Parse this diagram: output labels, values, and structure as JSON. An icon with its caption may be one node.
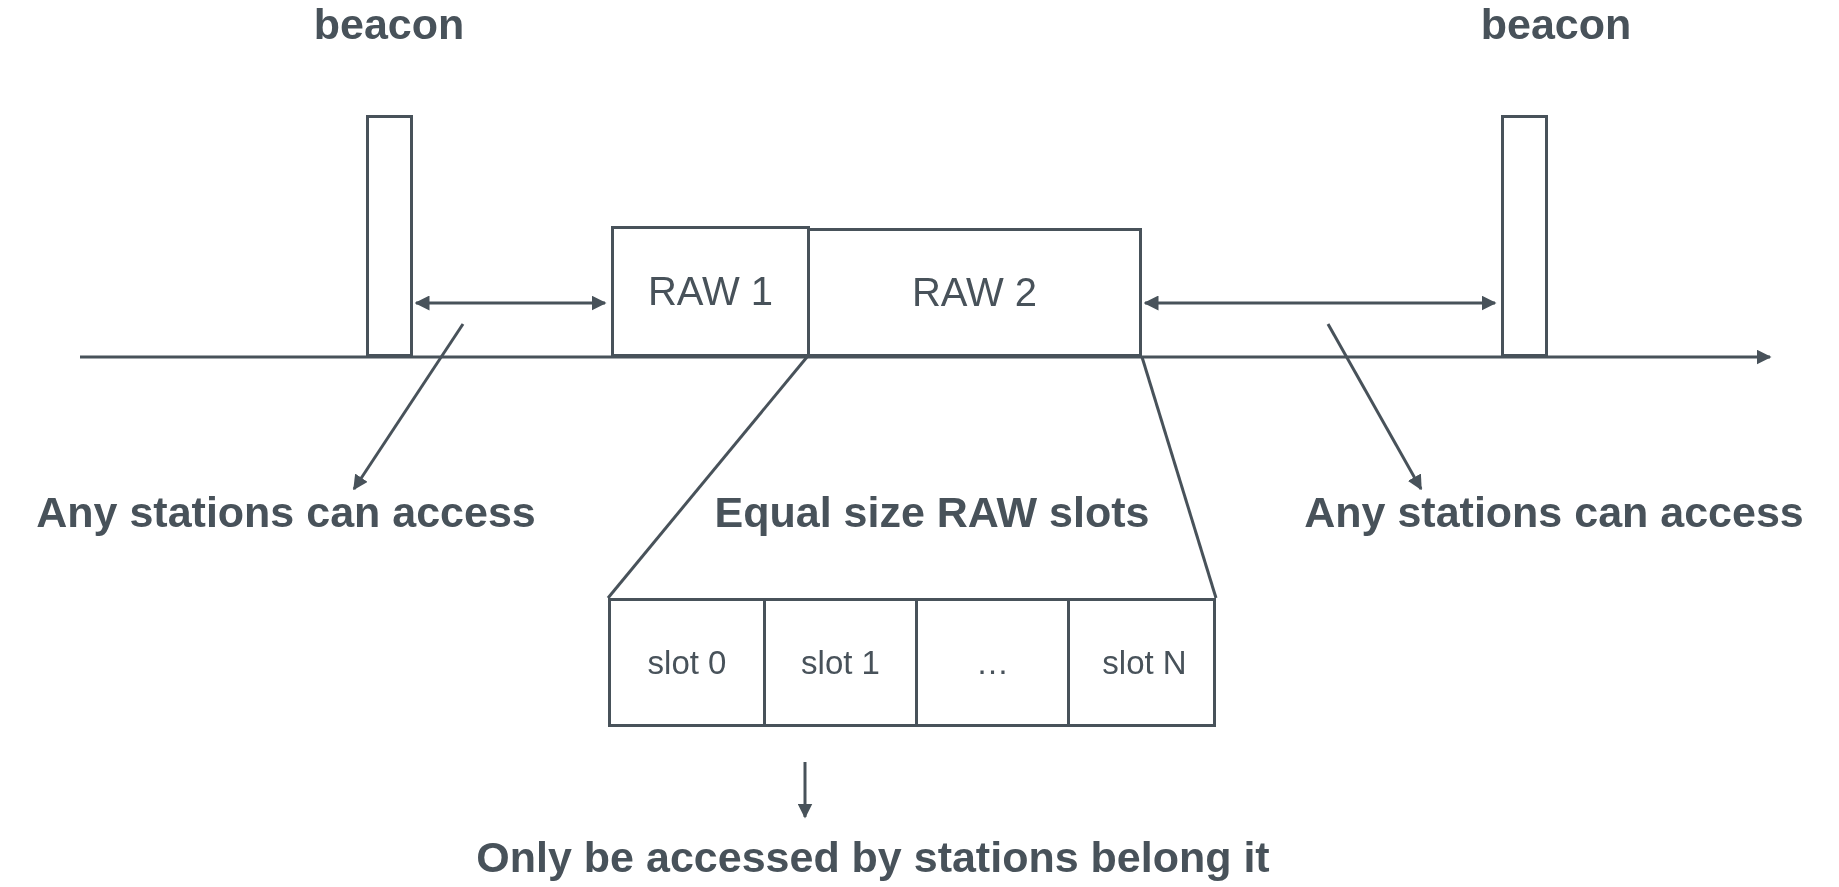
{
  "diagram": {
    "nodes": [
      {
        "text": [
          "beacon"
        ]
      },
      {
        "text": [
          "RAW 1"
        ]
      },
      {
        "text": [
          "RAW 2"
        ]
      },
      {
        "text": [
          "beacon"
        ]
      },
      {
        "text": [
          "Any stations can access"
        ]
      },
      {
        "text": [
          "Any stations can access"
        ]
      },
      {
        "text": [],
        "shape": "box"
      },
      {
        "text": [
          "slot 0"
        ],
        "in": 6
      },
      {
        "text": [
          "slot 1"
        ],
        "in": 6
      },
      {
        "text": [
          "…"
        ],
        "in": 6
      },
      {
        "text": [
          "slot N"
        ],
        "in": 6
      },
      {
        "text": [
          "Only be accessed by stations belong it"
        ]
      }
    ],
    "edges": [
      {
        "from": 0,
        "to": 1,
        "arrow": "both"
      },
      {
        "from": 2,
        "to": 3,
        "arrow": "both"
      },
      {
        "from": null,
        "to": 4,
        "arrow": "to"
      },
      {
        "from": null,
        "to": 5,
        "arrow": "to"
      },
      {
        "from": 2,
        "to": 6,
        "arrow": "none"
      },
      {
        "from": 2,
        "to": 6,
        "arrow": "none"
      },
      {
        "from": 6,
        "to": 11,
        "arrow": "to"
      }
    ],
    "labels": [
      "Equal size RAW slots"
    ]
  }
}
